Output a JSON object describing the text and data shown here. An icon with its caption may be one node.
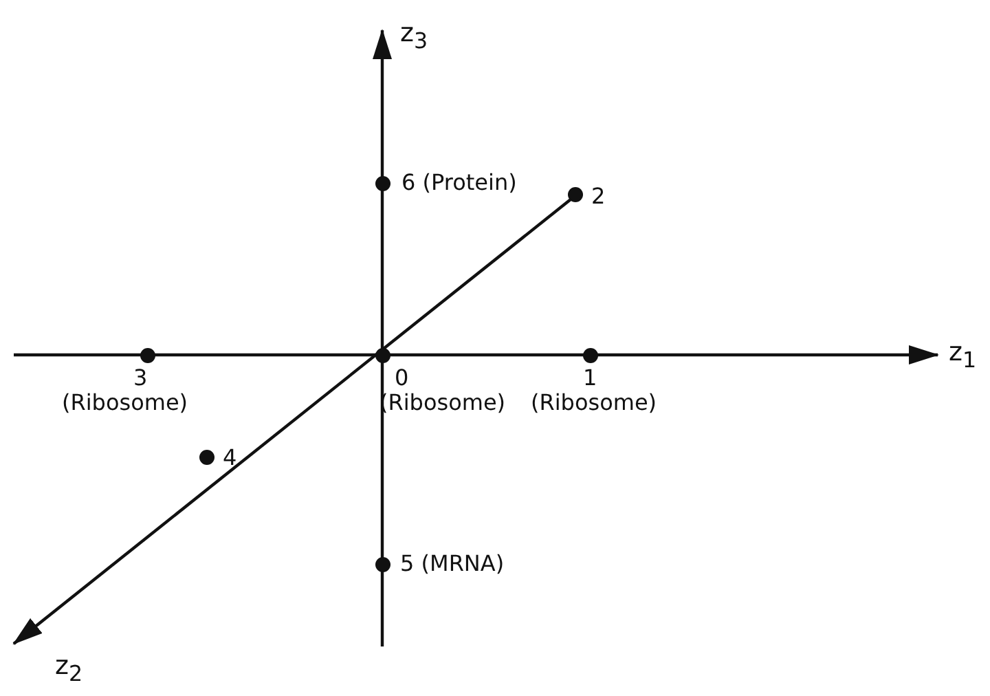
{
  "diagram": {
    "nodes": [
      {
        "text": [],
        "shape": "circle",
        "beside": [
          "6 (Protein)"
        ]
      },
      {
        "text": [],
        "shape": "circle",
        "beside": [
          "2"
        ]
      },
      {
        "text": [],
        "shape": "circle",
        "beside": [
          "3",
          "(Ribosome)"
        ]
      },
      {
        "text": [],
        "shape": "circle",
        "beside": [
          "0",
          "(Ribosome)"
        ]
      },
      {
        "text": [],
        "shape": "circle",
        "beside": [
          "1",
          "(Ribosome)"
        ]
      },
      {
        "text": [],
        "shape": "circle",
        "beside": [
          "4"
        ]
      },
      {
        "text": [],
        "shape": "circle",
        "beside": [
          "5 (MRNA)"
        ]
      }
    ],
    "labels": [
      "z$_{3}$",
      "z$_{1}$",
      "z$_{2}$"
    ]
  }
}
